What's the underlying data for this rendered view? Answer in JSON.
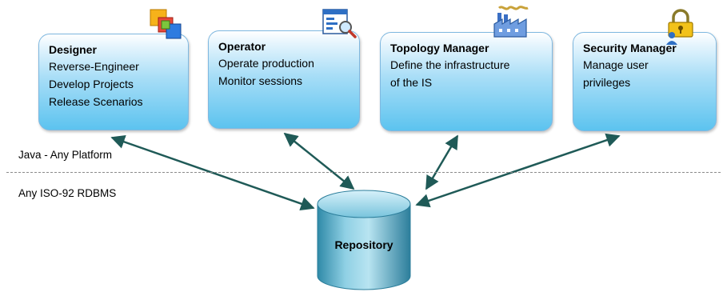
{
  "boxes": [
    {
      "title": "Designer",
      "lines": [
        "Reverse-Engineer",
        "Develop Projects",
        "Release Scenarios"
      ],
      "icon": "designer-icon"
    },
    {
      "title": "Operator",
      "lines": [
        "Operate production",
        "Monitor sessions"
      ],
      "icon": "operator-icon"
    },
    {
      "title": "Topology Manager",
      "lines": [
        "Define the infrastructure",
        "of the IS"
      ],
      "icon": "factory-icon"
    },
    {
      "title": "Security Manager",
      "lines": [
        "Manage user",
        "privileges"
      ],
      "icon": "lock-icon"
    }
  ],
  "layers": {
    "upper": "Java - Any Platform",
    "lower": "Any ISO-92 RDBMS"
  },
  "repository": {
    "label": "Repository"
  },
  "colors": {
    "box_fill": "#5cc3ef",
    "box_border": "#7fb8e0",
    "arrow": "#1f5a57",
    "cylinder": "#4aa7c4"
  }
}
